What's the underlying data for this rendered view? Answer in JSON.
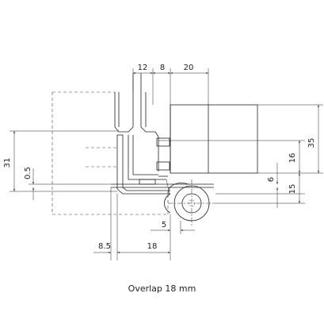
{
  "caption": "Overlap 18 mm",
  "dimensions": {
    "top_12": "12",
    "top_8": "8",
    "top_20": "20",
    "left_31": "31",
    "left_0_5": "0.5",
    "right_35": "35",
    "right_16": "16",
    "right_6": "6",
    "right_15": "15",
    "bottom_5": "5",
    "bottom_8_5": "8.5",
    "bottom_18": "18"
  }
}
